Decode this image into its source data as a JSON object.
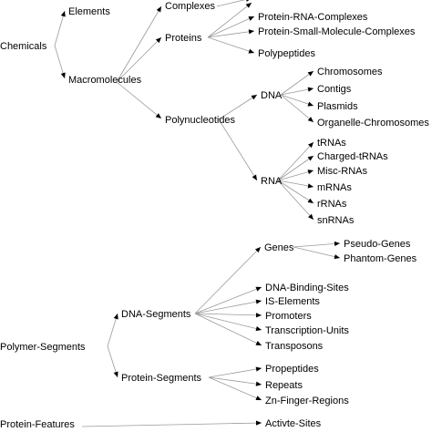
{
  "colors": {
    "edge": "#9a9a9a",
    "arrowhead": "#000000",
    "text": "#000000",
    "background": "#ffffff"
  },
  "labels": {
    "chemicals": "Chemicals",
    "elements": "Elements",
    "macromolecules": "Macromolecules",
    "complexes": "Complexes",
    "proteins": "Proteins",
    "protein_rna_complexes": "Protein-RNA-Complexes",
    "protein_small_molecule_complexes": "Protein-Small-Molecule-Complexes",
    "polypeptides": "Polypeptides",
    "polynucleotides": "Polynucleotides",
    "dna": "DNA",
    "chromosomes": "Chromosomes",
    "contigs": "Contigs",
    "plasmids": "Plasmids",
    "organelle_chromosomes": "Organelle-Chromosomes",
    "rna": "RNA",
    "trnas": "tRNAs",
    "charged_trnas": "Charged-tRNAs",
    "misc_rnas": "Misc-RNAs",
    "mrnas": "mRNAs",
    "rrnas": "rRNAs",
    "snrnas": "snRNAs",
    "polymer_segments": "Polymer-Segments",
    "dna_segments": "DNA-Segments",
    "genes": "Genes",
    "pseudo_genes": "Pseudo-Genes",
    "phantom_genes": "Phantom-Genes",
    "dna_binding_sites": "DNA-Binding-Sites",
    "is_elements": "IS-Elements",
    "promoters": "Promoters",
    "transcription_units": "Transcription-Units",
    "transposons": "Transposons",
    "protein_segments": "Protein-Segments",
    "propeptides": "Propeptides",
    "repeats": "Repeats",
    "zn_finger_regions": "Zn-Finger-Regions",
    "protein_features": "Protein-Features",
    "activte_sites": "Activte-Sites"
  }
}
